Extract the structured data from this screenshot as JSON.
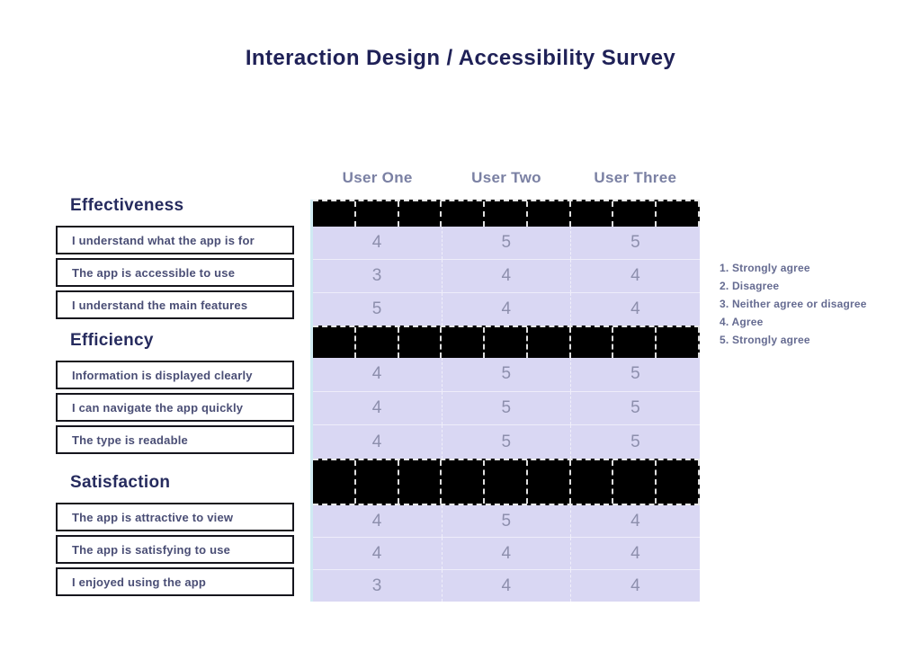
{
  "title": "Interaction Design / Accessibility Survey",
  "chart_data": {
    "type": "table",
    "title": "Interaction Design / Accessibility Survey",
    "columns": [
      "User One",
      "User Two",
      "User Three"
    ],
    "legend": [
      "1. Strongly agree",
      "2. Disagree",
      "3. Neither agree or disagree",
      "4. Agree",
      "5. Strongly agree"
    ],
    "groups": [
      {
        "name": "Effectiveness",
        "rows": [
          {
            "label": "I understand what the app is for",
            "values": [
              4,
              5,
              5
            ]
          },
          {
            "label": "The app is accessible to use",
            "values": [
              3,
              4,
              4
            ]
          },
          {
            "label": "I understand the main features",
            "values": [
              5,
              4,
              4
            ]
          }
        ]
      },
      {
        "name": "Efficiency",
        "rows": [
          {
            "label": "Information is displayed clearly",
            "values": [
              4,
              5,
              5
            ]
          },
          {
            "label": "I can navigate the app quickly",
            "values": [
              4,
              5,
              5
            ]
          },
          {
            "label": "The type is readable",
            "values": [
              4,
              5,
              5
            ]
          }
        ]
      },
      {
        "name": "Satisfaction",
        "rows": [
          {
            "label": "The app is attractive to view",
            "values": [
              4,
              5,
              4
            ]
          },
          {
            "label": "The app is satisfying to use",
            "values": [
              4,
              4,
              4
            ]
          },
          {
            "label": "I enjoyed using the app",
            "values": [
              3,
              4,
              4
            ]
          }
        ]
      }
    ]
  },
  "colors": {
    "background": "#ffffff",
    "title_text": "#1f2157",
    "section_heading_text": "#262b5e",
    "question_text": "#4a4e75",
    "question_box_border": "#15151d",
    "user_header_text": "#7a80a3",
    "divider_bar": "#000000",
    "divider_bar_dashes": "#e9e9e9",
    "score_cell_background": "#d9d7f3",
    "score_value_text": "#8d8fad",
    "table_left_edge_line": "#cfeaf2",
    "legend_text": "#656b91"
  }
}
